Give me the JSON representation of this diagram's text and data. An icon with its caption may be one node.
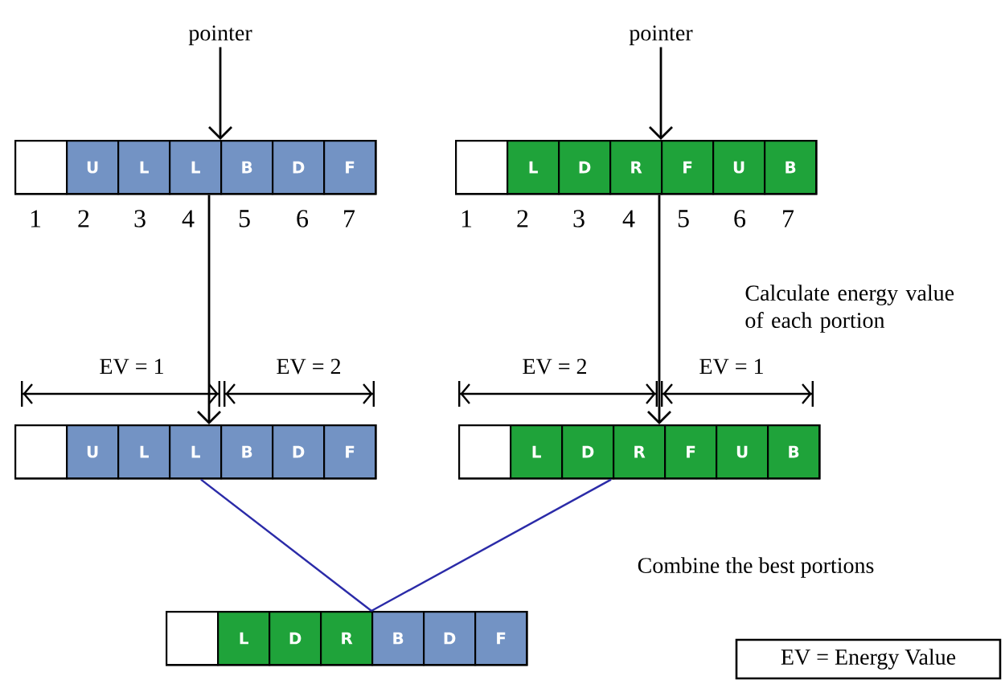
{
  "diagram": {
    "nodes": [
      {
        "text": [
          "pointer"
        ]
      },
      {
        "text": [],
        "shape": "box"
      },
      {
        "text": [],
        "shape": "box",
        "in": 1
      },
      {
        "text": [
          "U"
        ],
        "in": 1
      },
      {
        "text": [
          "L"
        ],
        "in": 1
      },
      {
        "text": [
          "L"
        ],
        "in": 1
      },
      {
        "text": [
          "B"
        ],
        "in": 1
      },
      {
        "text": [
          "D"
        ],
        "in": 1
      },
      {
        "text": [
          "F"
        ],
        "in": 1
      },
      {
        "text": [
          "pointer"
        ]
      },
      {
        "text": [],
        "shape": "box"
      },
      {
        "text": [],
        "shape": "box",
        "in": 10
      },
      {
        "text": [
          "L"
        ],
        "in": 10
      },
      {
        "text": [
          "D"
        ],
        "in": 10
      },
      {
        "text": [
          "R"
        ],
        "in": 10
      },
      {
        "text": [
          "F"
        ],
        "in": 10
      },
      {
        "text": [
          "U"
        ],
        "in": 10
      },
      {
        "text": [
          "B"
        ],
        "in": 10
      },
      {
        "text": [],
        "shape": "box"
      },
      {
        "text": [],
        "shape": "box",
        "in": 18
      },
      {
        "text": [
          "U"
        ],
        "in": 18
      },
      {
        "text": [
          "L"
        ],
        "in": 18
      },
      {
        "text": [
          "L"
        ],
        "in": 18
      },
      {
        "text": [
          "B"
        ],
        "in": 18
      },
      {
        "text": [
          "D"
        ],
        "in": 18
      },
      {
        "text": [
          "F"
        ],
        "in": 18
      },
      {
        "text": [],
        "shape": "box"
      },
      {
        "text": [],
        "shape": "box",
        "in": 26
      },
      {
        "text": [
          "L"
        ],
        "in": 26
      },
      {
        "text": [
          "D"
        ],
        "in": 26
      },
      {
        "text": [
          "R"
        ],
        "in": 26
      },
      {
        "text": [
          "F"
        ],
        "in": 26
      },
      {
        "text": [
          "U"
        ],
        "in": 26
      },
      {
        "text": [
          "B"
        ],
        "in": 26
      },
      {
        "text": [],
        "shape": "box"
      },
      {
        "text": [],
        "shape": "box",
        "in": 34
      },
      {
        "text": [
          "L"
        ],
        "in": 34
      },
      {
        "text": [
          "D"
        ],
        "in": 34
      },
      {
        "text": [
          "R"
        ],
        "in": 34
      },
      {
        "text": [
          "B"
        ],
        "in": 34
      },
      {
        "text": [
          "D"
        ],
        "in": 34
      },
      {
        "text": [
          "F"
        ],
        "in": 34
      },
      {
        "text": [
          "EV = Energy Value"
        ]
      }
    ],
    "edges": [
      {
        "from": 0,
        "to": 1,
        "arrow": "to"
      },
      {
        "from": 9,
        "to": 10,
        "arrow": "to"
      },
      {
        "from": 1,
        "to": 18,
        "arrow": "to"
      },
      {
        "from": 10,
        "to": 26,
        "arrow": "to"
      },
      {
        "from": 18,
        "to": 34,
        "arrow": "none",
        "color": "#2b2ba8"
      },
      {
        "from": 26,
        "to": 34,
        "arrow": "none",
        "color": "#2b2ba8"
      }
    ],
    "labels": [
      "1",
      "2",
      "3",
      "4",
      "5",
      "6",
      "7",
      "1",
      "2",
      "3",
      "4",
      "5",
      "6",
      "7",
      "Calculate energy value of each portion",
      "EV = 1",
      "EV = 2",
      "EV = 2",
      "EV = 1",
      "Combine the best portions"
    ]
  }
}
